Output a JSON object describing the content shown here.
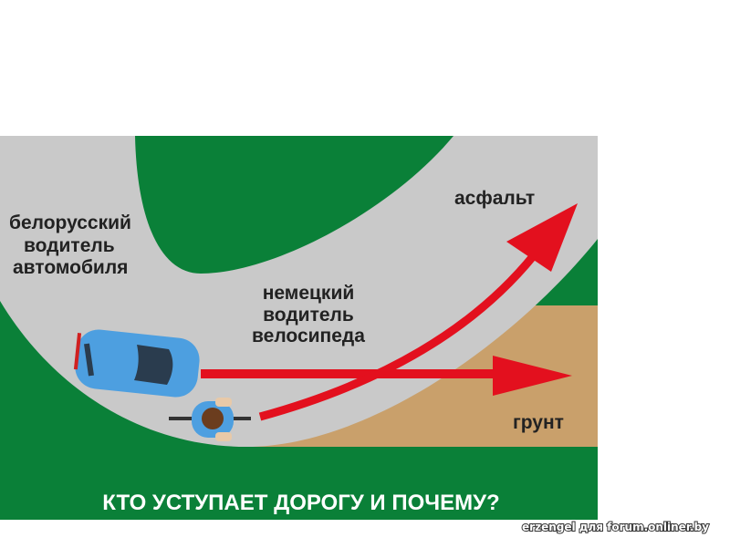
{
  "labels": {
    "car_driver": [
      "белорусский",
      "водитель",
      "автомобиля"
    ],
    "cyclist": [
      "немецкий",
      "водитель",
      "велосипеда"
    ],
    "asphalt": "асфальт",
    "dirt": "грунт"
  },
  "title": "КТО УСТУПАЕТ ДОРОГУ И ПОЧЕМУ?",
  "watermark": "erzengel для forum.onliner.by",
  "colors": {
    "grass": "#0a8038",
    "road": "#c9c9c9",
    "dirt": "#c9a06b",
    "arrow": "#e3101e",
    "car": "#4d9fe0"
  }
}
